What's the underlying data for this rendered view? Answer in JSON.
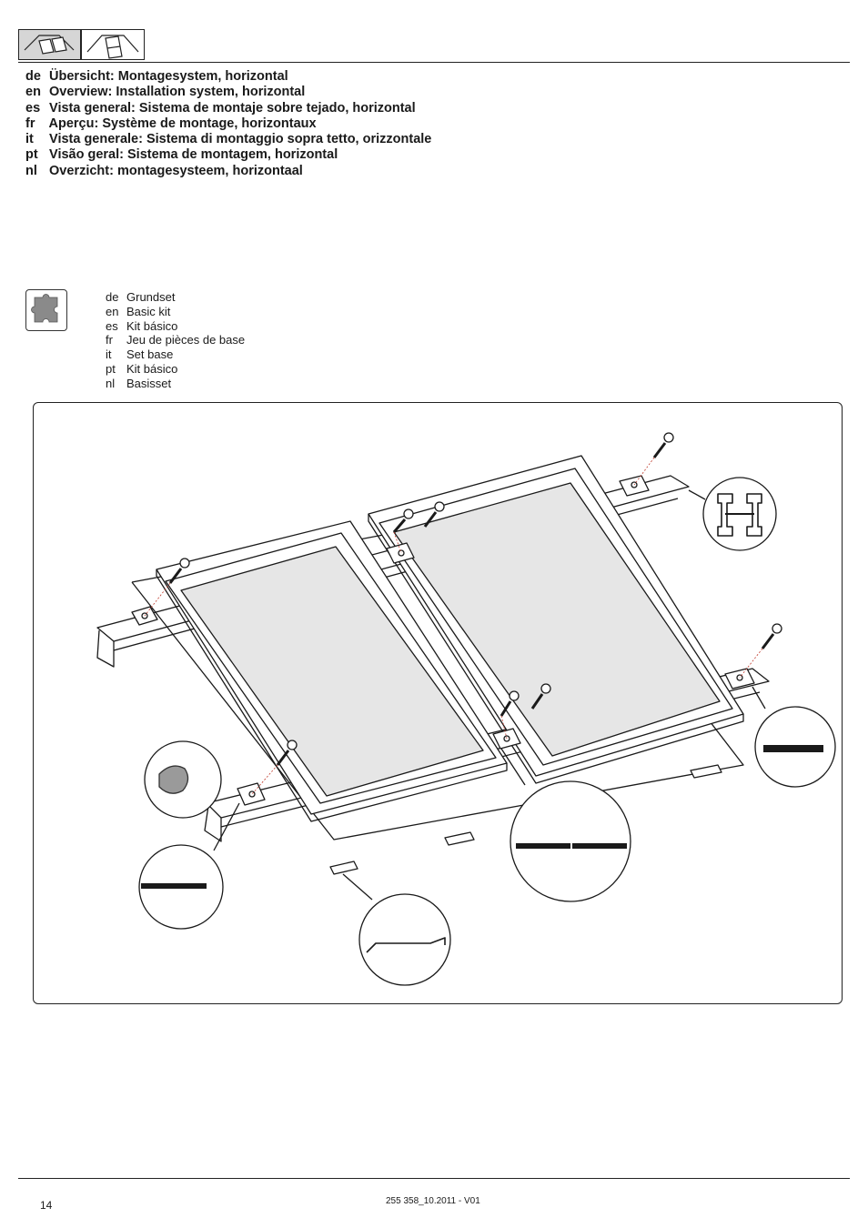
{
  "header": {
    "icons": [
      {
        "icon": "roof-two-panels-landscape-icon",
        "selected": true,
        "fill": "#d6d6d6"
      },
      {
        "icon": "roof-panels-portrait-icon",
        "selected": false,
        "fill": "#ffffff"
      }
    ],
    "titles": [
      {
        "lang": "de",
        "text": "Übersicht: Montagesystem, horizontal"
      },
      {
        "lang": "en",
        "text": "Overview: Installation system, horizontal"
      },
      {
        "lang": "es",
        "text": "Vista general: Sistema de montaje sobre tejado, horizontal"
      },
      {
        "lang": "fr",
        "text": "Aperçu: Système de montage, horizontaux"
      },
      {
        "lang": "it",
        "text": "Vista generale: Sistema di montaggio sopra tetto, orizzontale"
      },
      {
        "lang": "pt",
        "text": "Visão geral: Sistema de montagem, horizontal"
      },
      {
        "lang": "nl",
        "text": "Overzicht: montagesysteem, horizontaal"
      }
    ]
  },
  "kit": {
    "icon": "puzzle-piece-icon",
    "items": [
      {
        "lang": "de",
        "text": "Grundset"
      },
      {
        "lang": "en",
        "text": "Basic kit"
      },
      {
        "lang": "es",
        "text": "Kit básico"
      },
      {
        "lang": "fr",
        "text": "Jeu de pièces de base"
      },
      {
        "lang": "it",
        "text": "Set base"
      },
      {
        "lang": "pt",
        "text": "Kit básico"
      },
      {
        "lang": "nl",
        "text": "Basisset"
      }
    ]
  },
  "figure": {
    "icon": "collector-mounting-exploded-diagram",
    "panel_fill": "#e6e6e6",
    "line_color": "#1a1a1a"
  },
  "footer": {
    "page_number": "14",
    "doc_id": "255 358_10.2011 - V01"
  }
}
